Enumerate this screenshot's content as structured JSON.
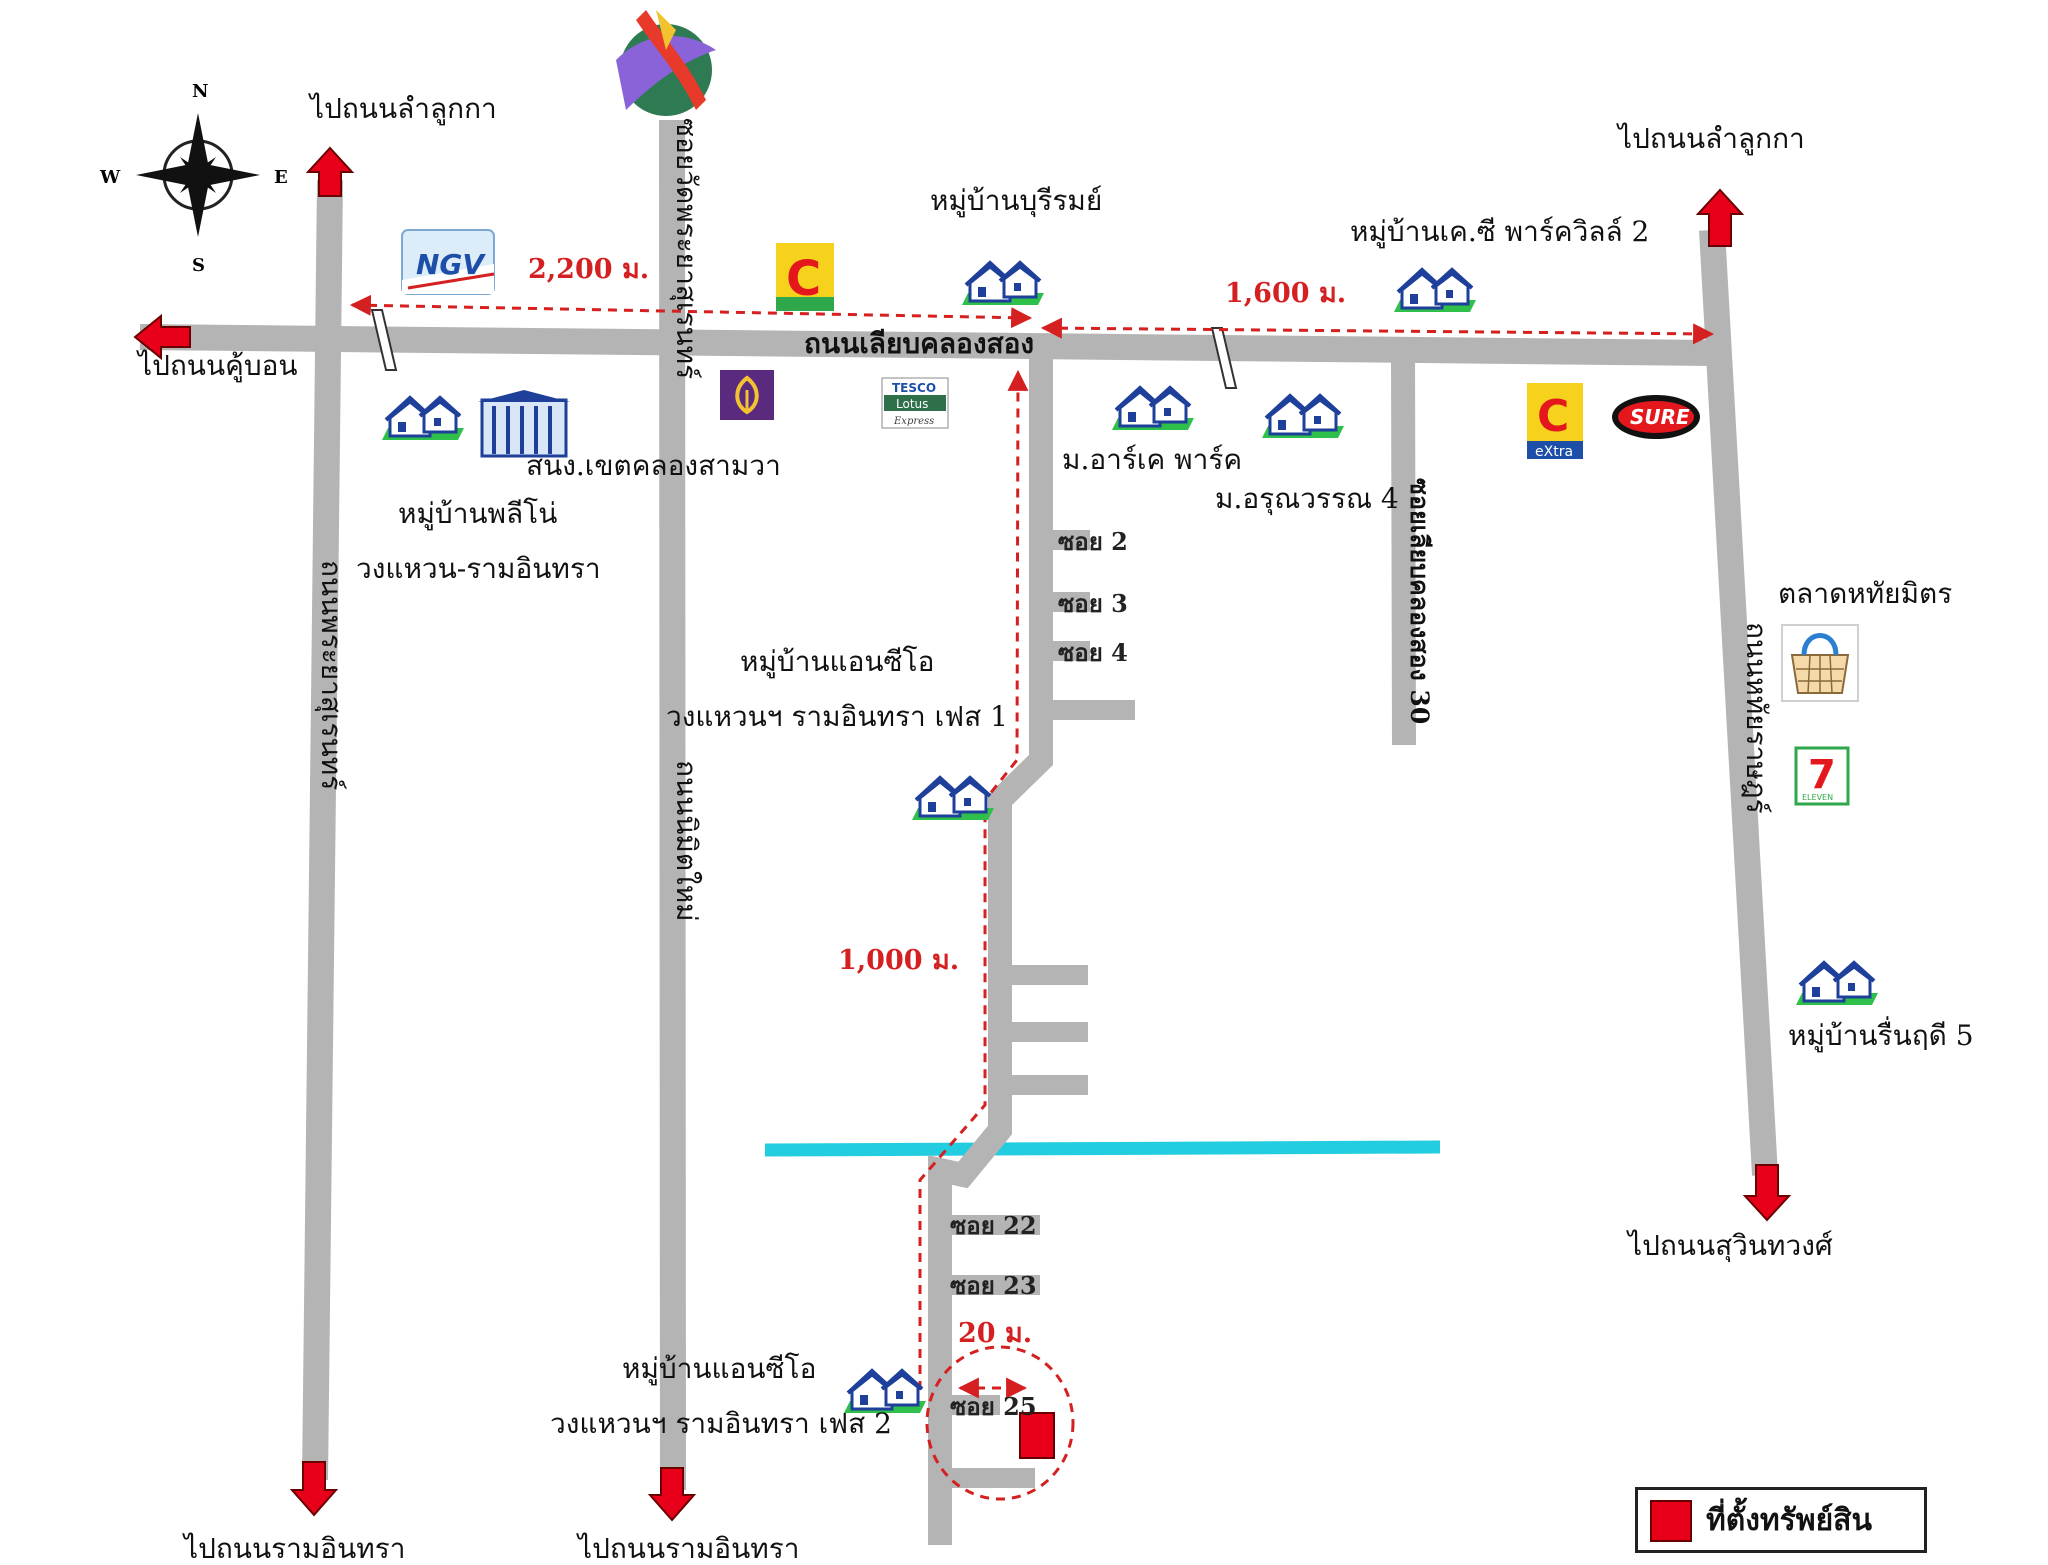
{
  "compass": {
    "n": "N",
    "s": "S",
    "e": "E",
    "w": "W"
  },
  "arrows": {
    "to_lam_luk_ka_left": "ไปถนนลำลูกกา",
    "to_lam_luk_ka_right": "ไปถนนลำลูกกา",
    "to_khu_bon": "ไปถนนคู้บอน",
    "to_ram_inthra_1": "ไปถนนรามอินทรา",
    "to_ram_inthra_2": "ไปถนนรามอินทรา",
    "to_suwinthawong": "ไปถนนสุวินทวงศ์"
  },
  "roads": {
    "main": "ถนนเลียบคลองสอง",
    "soi_wat": "ซอยวัดพระยาสุเรนทร์",
    "phraya_suren": "ถนนพระยาสุเรนทร์",
    "nimit_mai": "ถนนนิมิตใหม่",
    "hathai_rat": "ถนนหทัยราษฎร์",
    "soi_liap_30": "ซอยเลียบคลองสอง 30"
  },
  "distances": {
    "d1": "2,200 ม.",
    "d2": "1,600 ม.",
    "d3": "1,000 ม.",
    "d4": "20 ม."
  },
  "places": {
    "burirom": "หมู่บ้านบุรีรมย์",
    "kc_park_villa": "หมู่บ้านเค.ซี พาร์ควิลล์ 2",
    "police": "สนง.เขตคลองสามวา",
    "pleno_1": "หมู่บ้านพลีโน่",
    "pleno_2": "วงแหวน-รามอินทรา",
    "arc_park": "ม.อาร์เค พาร์ค",
    "arunwan": "ม.อรุณวรรณ 4",
    "anciro_1a": "หมู่บ้านแอนซีโอ",
    "anciro_1b": "วงแหวนฯ รามอินทรา เฟส 1",
    "anciro_2a": "หมู่บ้านแอนซีโอ",
    "anciro_2b": "วงแหวนฯ รามอินทรา เฟส 2",
    "market": "ตลาดหทัยมิตร",
    "rin_rudee": "หมู่บ้านรื่นฤดี 5"
  },
  "sois": {
    "s2": "ซอย 2",
    "s3": "ซอย 3",
    "s4": "ซอย 4",
    "s22": "ซอย 22",
    "s23": "ซอย 23",
    "s25": "ซอย 25"
  },
  "logos": {
    "ngv": "NGV",
    "bigc_1": "C",
    "bigc_2": "C",
    "bigc_extra": "eXtra",
    "tesco_1": "TESCO",
    "tesco_2": "Lotus",
    "tesco_3": "Express",
    "sure": "SURE",
    "seven": "7",
    "seven_sub": "ELEVEN"
  },
  "legend": {
    "label": "ที่ตั้งทรัพย์สิน"
  },
  "colors": {
    "road": "#b4b4b4",
    "route": "#d42020",
    "canal": "#22cde0",
    "property": "#e8001a"
  }
}
